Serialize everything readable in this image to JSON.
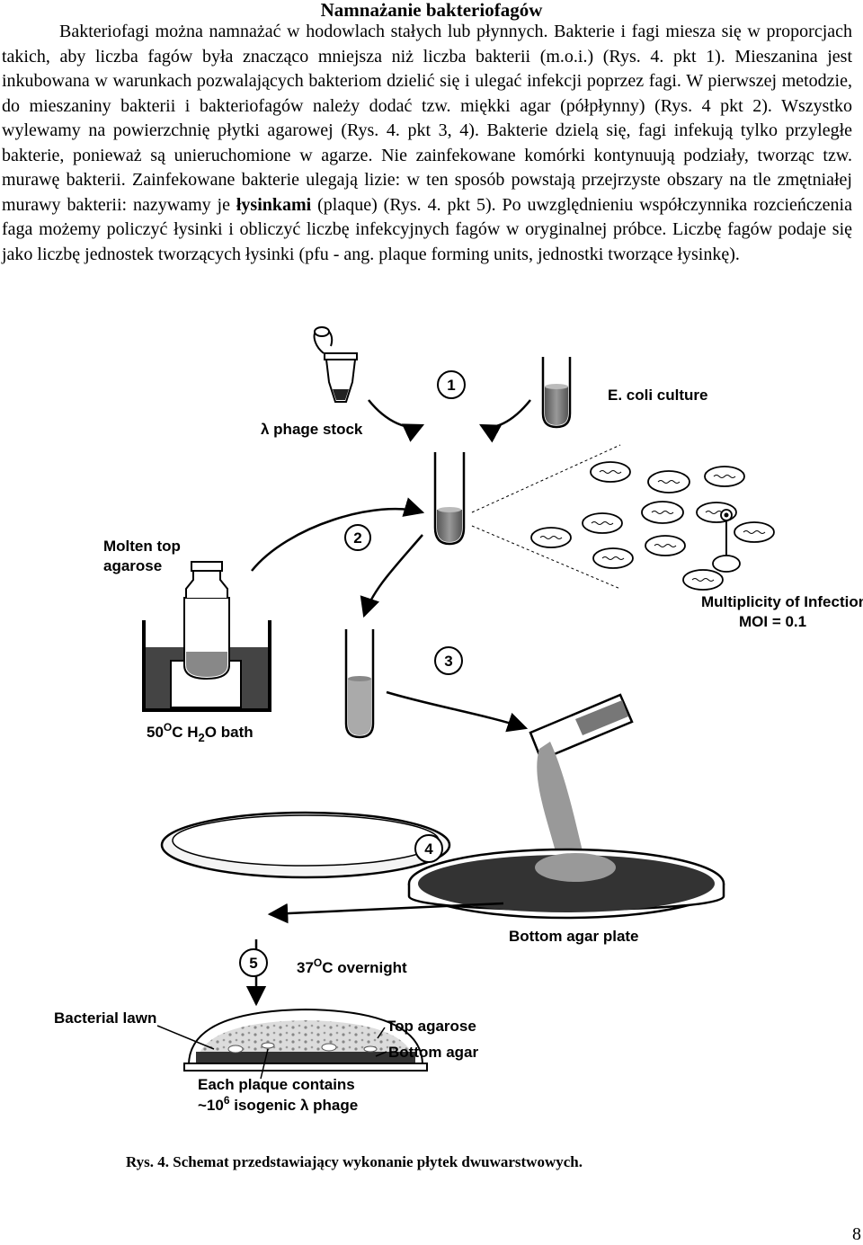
{
  "document": {
    "title": "Namnażanie bakteriofagów",
    "paragraph": {
      "seg1": "Bakteriofagi można namnażać w hodowlach stałych lub płynnych. Bakterie i fagi miesza się w proporcjach takich, aby liczba fagów była znacząco mniejsza niż liczba bakterii (m.o.i.) (Rys. 4. pkt 1). Mieszanina jest inkubowana w warunkach pozwalających bakteriom dzielić się i ulegać infekcji poprzez fagi. W pierwszej metodzie, do mieszaniny bakterii i bakteriofagów należy dodać tzw. miękki agar (półpłynny) (Rys. 4 pkt 2). Wszystko wylewamy na powierzchnię płytki agarowej (Rys. 4. pkt 3, 4). Bakterie dzielą się, fagi infekują tylko przyległe bakterie, ponieważ są unieruchomione w agarze. Nie zainfekowane komórki kontynuują podziały, tworząc tzw. murawę bakterii. Zainfekowane bakterie ulegają lizie: w ten sposób powstają przejrzyste obszary na tle zmętniałej murawy bakterii: nazywamy je ",
      "bold": "łysinkami",
      "seg2": " (plaque) (Rys. 4. pkt 5). Po uwzględnieniu współczynnika rozcieńczenia faga możemy policzyć łysinki i obliczyć liczbę infekcyjnych fagów w oryginalnej próbce. Liczbę fagów podaje się jako liczbę jednostek tworzących łysinki (pfu - ang. plaque forming units, jednostki tworzące łysinkę)."
    }
  },
  "figure": {
    "step_numbers": [
      "1",
      "2",
      "3",
      "4",
      "5"
    ],
    "labels": {
      "phage_stock": "λ phage stock",
      "ecoli_culture": "E. coli culture",
      "molten_top_line1": "Molten top",
      "molten_top_line2": "agarose",
      "moi_line1": "Multiplicity of Infection",
      "moi_line2": "MOI = 0.1",
      "bath_a": "50",
      "bath_b": "O",
      "bath_c": "C H",
      "bath_d": "2",
      "bath_e": "O bath",
      "bottom_agar_plate": "Bottom agar plate",
      "incubation_a": "37",
      "incubation_b": "O",
      "incubation_c": "C overnight",
      "bacterial_lawn": "Bacterial lawn",
      "top_agarose": "Top agarose",
      "bottom_agar": "Bottom agar",
      "plaque_line1": "Each plaque contains",
      "plaque_line2a": "~10",
      "plaque_line2b": "6",
      "plaque_line2c": " isogenic λ phage"
    }
  },
  "caption": "Rys. 4. Schemat przedstawiający wykonanie płytek dwuwarstwowych.",
  "page_number": "8"
}
